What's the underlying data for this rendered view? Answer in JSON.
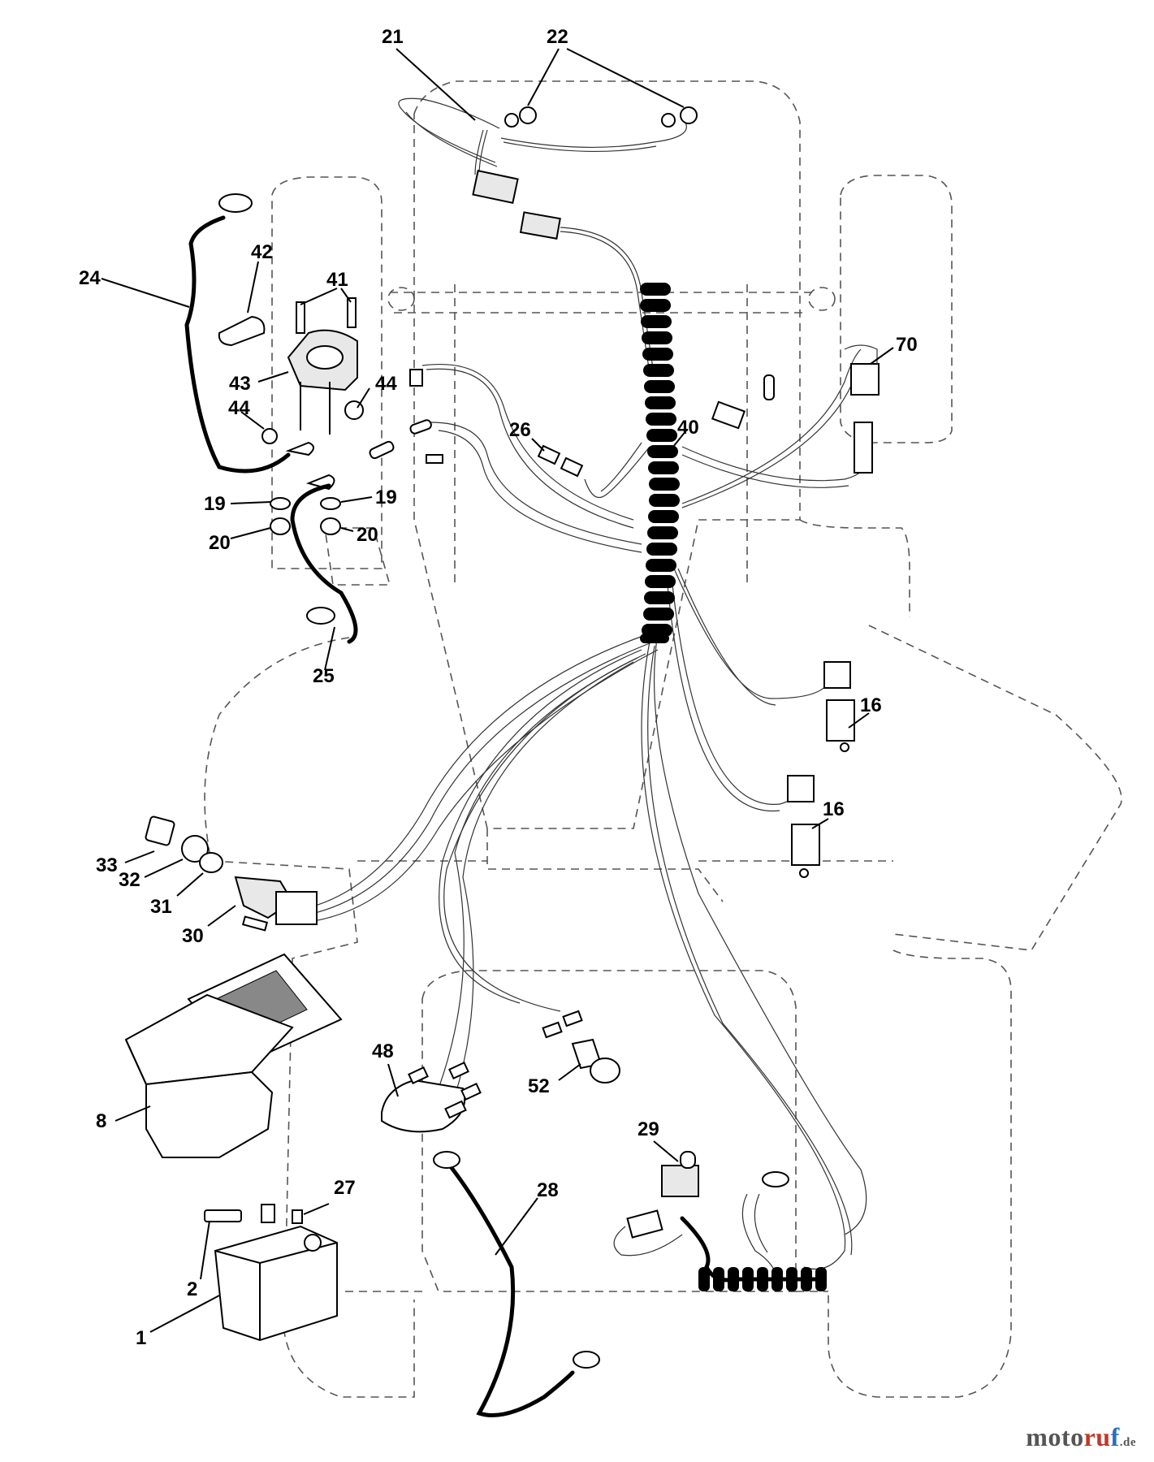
{
  "callouts": [
    {
      "id": "21",
      "label": "21"
    },
    {
      "id": "22",
      "label": "22"
    },
    {
      "id": "24",
      "label": "24"
    },
    {
      "id": "42",
      "label": "42"
    },
    {
      "id": "41",
      "label": "41"
    },
    {
      "id": "43",
      "label": "43"
    },
    {
      "id": "44a",
      "label": "44"
    },
    {
      "id": "44b",
      "label": "44"
    },
    {
      "id": "19a",
      "label": "19"
    },
    {
      "id": "19b",
      "label": "19"
    },
    {
      "id": "20a",
      "label": "20"
    },
    {
      "id": "20b",
      "label": "20"
    },
    {
      "id": "25",
      "label": "25"
    },
    {
      "id": "26",
      "label": "26"
    },
    {
      "id": "40",
      "label": "40"
    },
    {
      "id": "70",
      "label": "70"
    },
    {
      "id": "16a",
      "label": "16"
    },
    {
      "id": "16b",
      "label": "16"
    },
    {
      "id": "33",
      "label": "33"
    },
    {
      "id": "32",
      "label": "32"
    },
    {
      "id": "31",
      "label": "31"
    },
    {
      "id": "30",
      "label": "30"
    },
    {
      "id": "8",
      "label": "8"
    },
    {
      "id": "48",
      "label": "48"
    },
    {
      "id": "52",
      "label": "52"
    },
    {
      "id": "27",
      "label": "27"
    },
    {
      "id": "28",
      "label": "28"
    },
    {
      "id": "29",
      "label": "29"
    },
    {
      "id": "2",
      "label": "2"
    },
    {
      "id": "1",
      "label": "1"
    }
  ],
  "watermark": {
    "brand_a": "moto",
    "brand_b": "ru",
    "brand_c": "f",
    "tld": ".de"
  }
}
